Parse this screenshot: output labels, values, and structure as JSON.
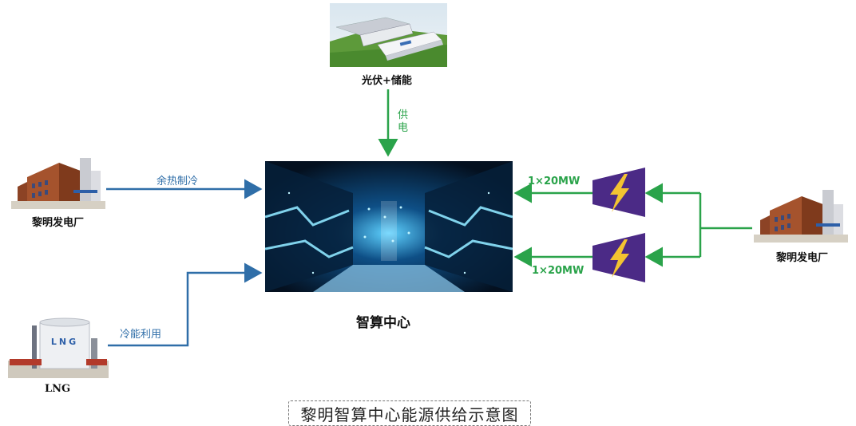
{
  "title": "黎明智算中心能源供给示意图",
  "nodes": {
    "solar": "光伏+储能",
    "plant_left": "黎明发电厂",
    "plant_right": "黎明发电厂",
    "lng": "LNG",
    "lng_tank_text": "LNG",
    "center": "智算中心"
  },
  "edges": {
    "solar_supply": "供\n电",
    "waste_heat": "余热制冷",
    "cold_energy": "冷能利用",
    "transformer_top": "1×20MW",
    "transformer_bottom": "1×20MW"
  },
  "colors": {
    "blue_line": "#2f6ea8",
    "green_line": "#2aa34a",
    "transformer": "#4b2a86",
    "lightning": "#f3c431"
  }
}
